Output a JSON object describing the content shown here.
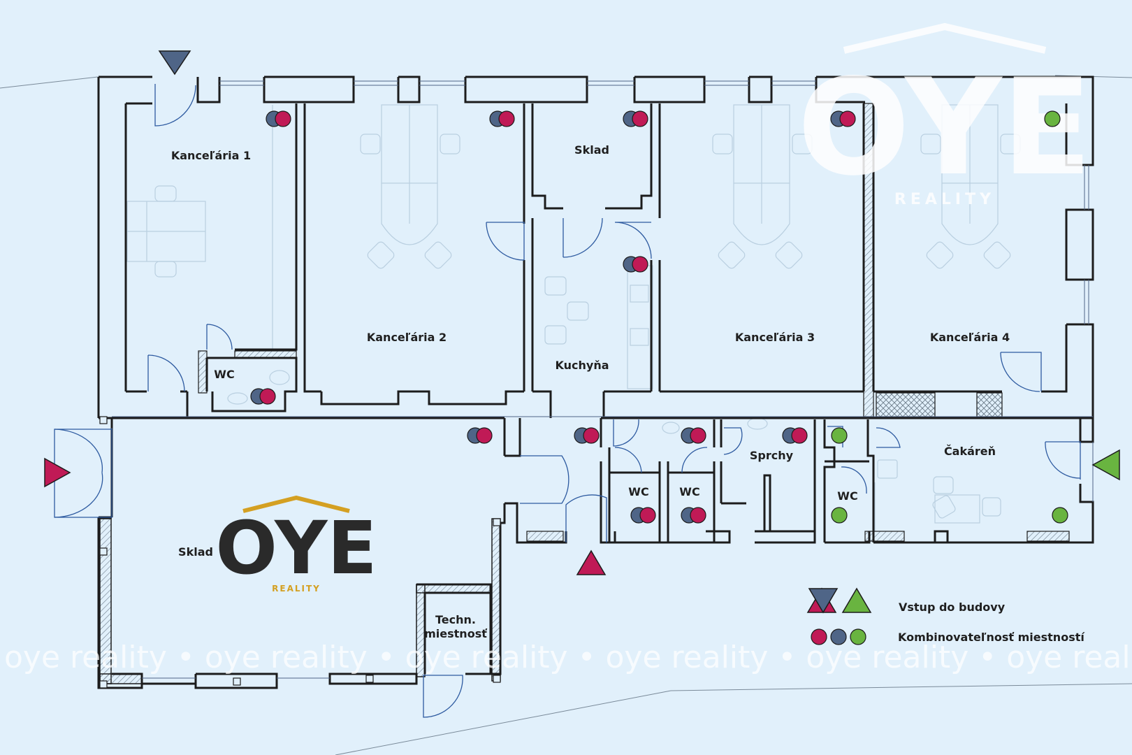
{
  "colors": {
    "background": "#e1f0fb",
    "wall": "#1c1c1c",
    "furniture": "#b9cfe0",
    "red": "#c01a56",
    "blue": "#4f6587",
    "green": "#69b440",
    "logo_gold": "#d4a022",
    "logo_dark": "#2a2a2a"
  },
  "rooms": {
    "office1": "Kanceľária 1",
    "office2": "Kanceľária 2",
    "office3": "Kanceľária 3",
    "office4": "Kanceľária 4",
    "storage_top": "Sklad",
    "kitchen": "Kuchyňa",
    "wc_office1": "WC",
    "storage_large": "Sklad",
    "tech_line1": "Techn.",
    "tech_line2": "miestnosť",
    "wc_a": "WC",
    "wc_b": "WC",
    "showers": "Sprchy",
    "wc_c": "WC",
    "waiting": "Čakáreň"
  },
  "legend": {
    "entrance": "Vstup do budovy",
    "combinability": "Kombinovateľnosť miestností"
  },
  "logo": {
    "wordmark": "OYE",
    "subtitle": "REALITY"
  },
  "watermark": "oye reality • oye reality • oye reality • oye reality • oye reality • oye reality",
  "markers": {
    "entrance_triangles": [
      "blue",
      "red",
      "red",
      "green"
    ],
    "combinability_dots": [
      [
        "blue",
        "red"
      ],
      [
        "blue",
        "red"
      ],
      [
        "blue",
        "red"
      ],
      [
        "blue",
        "red"
      ],
      [
        "green"
      ],
      [
        "blue",
        "red"
      ],
      [
        "blue",
        "red"
      ],
      [
        "blue",
        "red"
      ],
      [
        "blue",
        "red"
      ],
      [
        "blue",
        "red"
      ],
      [
        "blue",
        "red"
      ],
      [
        "green"
      ],
      [
        "blue",
        "red"
      ],
      [
        "blue",
        "red"
      ],
      [
        "green"
      ],
      [
        "green"
      ]
    ]
  }
}
